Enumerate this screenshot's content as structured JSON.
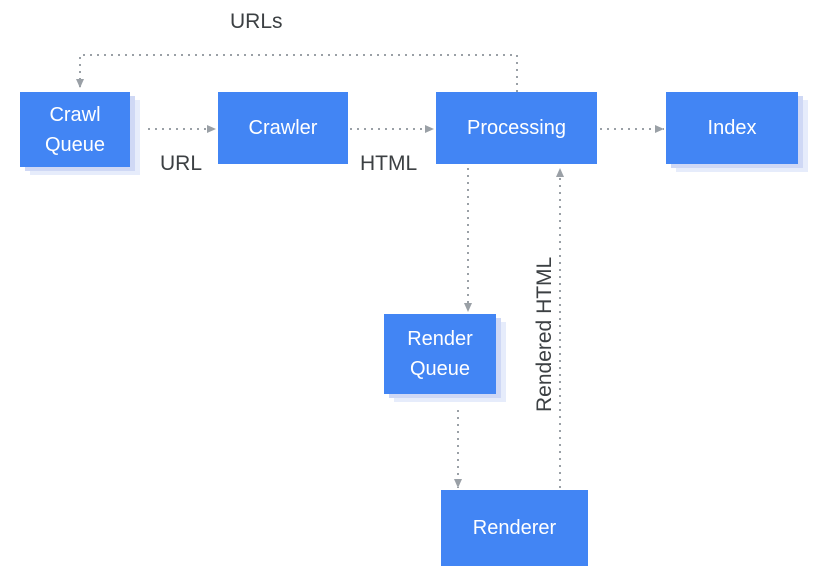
{
  "nodes": {
    "crawl_queue": "Crawl\nQueue",
    "crawler": "Crawler",
    "processing": "Processing",
    "index": "Index",
    "render_queue": "Render\nQueue",
    "renderer": "Renderer"
  },
  "edge_labels": {
    "urls": "URLs",
    "url": "URL",
    "html": "HTML",
    "rendered_html": "Rendered HTML"
  },
  "colors": {
    "node_fill": "#4285f4",
    "node_stack": "#cfd8f5",
    "edge": "#9aa0a6",
    "label": "#3c4043"
  }
}
